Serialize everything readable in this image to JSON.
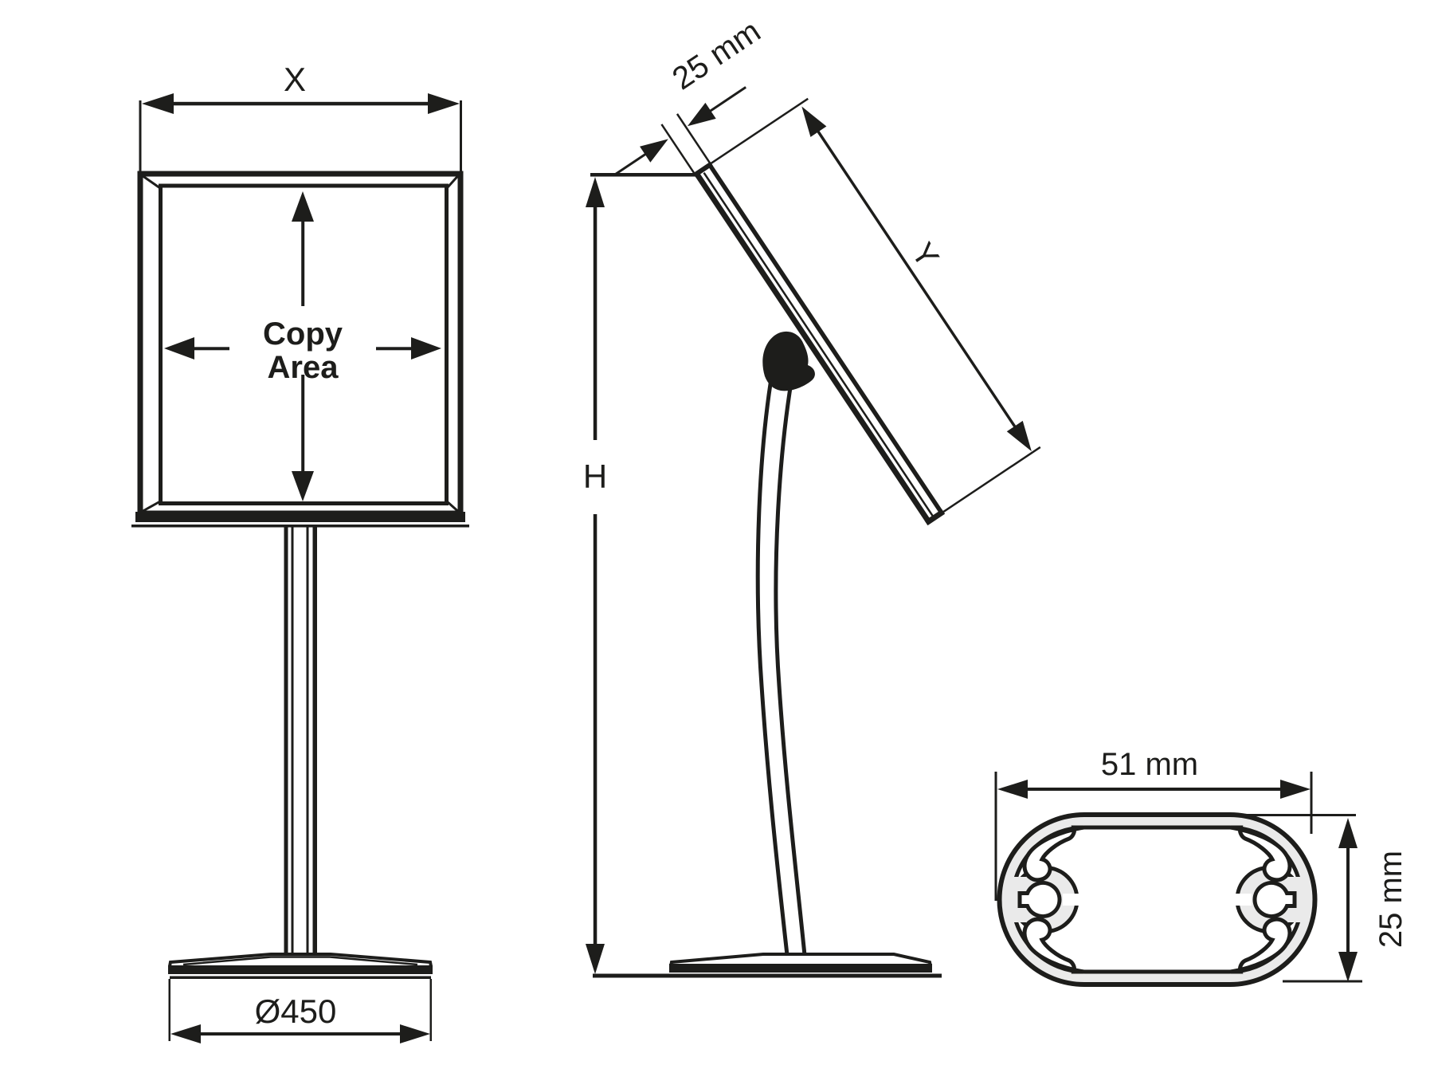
{
  "figure": {
    "type": "technical-drawing",
    "subject": "pedestal sign holder dimensional diagram",
    "background_color": "#ffffff",
    "ink_color": "#1d1d1b",
    "extrusion_fill_color": "#eaeaea"
  },
  "front_view": {
    "width_label": "X",
    "copy_line1": "Copy",
    "copy_line2": "Area",
    "base_diameter_label": "Ø450"
  },
  "side_view": {
    "thickness_label": "25 mm",
    "graphic_length_label": "Y",
    "height_label": "H"
  },
  "profile_view": {
    "width_label": "51 mm",
    "height_label": "25 mm"
  }
}
